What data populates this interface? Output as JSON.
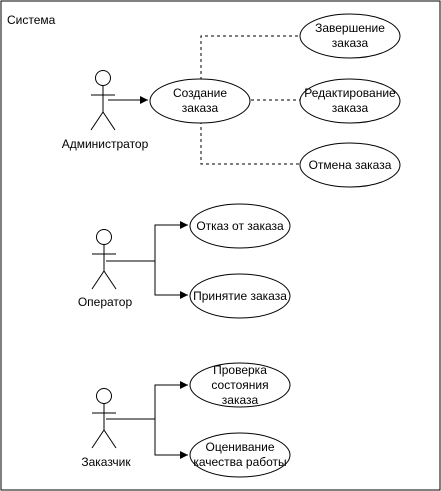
{
  "system": {
    "label": "Система"
  },
  "actors": [
    {
      "id": "admin",
      "name": "Администратор"
    },
    {
      "id": "operator",
      "name": "Оператор"
    },
    {
      "id": "customer",
      "name": "Заказчик"
    }
  ],
  "use_cases": [
    {
      "id": "create",
      "lines": [
        "Создание",
        "заказа"
      ]
    },
    {
      "id": "complete",
      "lines": [
        "Завершение",
        "заказа"
      ]
    },
    {
      "id": "edit",
      "lines": [
        "Редактирование",
        "заказа"
      ]
    },
    {
      "id": "cancel",
      "lines": [
        "Отмена заказа"
      ]
    },
    {
      "id": "refuse",
      "lines": [
        "Отказ от заказа"
      ]
    },
    {
      "id": "accept",
      "lines": [
        "Принятие заказа"
      ]
    },
    {
      "id": "check",
      "lines": [
        "Проверка",
        "состояния",
        "заказа"
      ]
    },
    {
      "id": "rate",
      "lines": [
        "Оценивание",
        "качества работы"
      ]
    }
  ]
}
